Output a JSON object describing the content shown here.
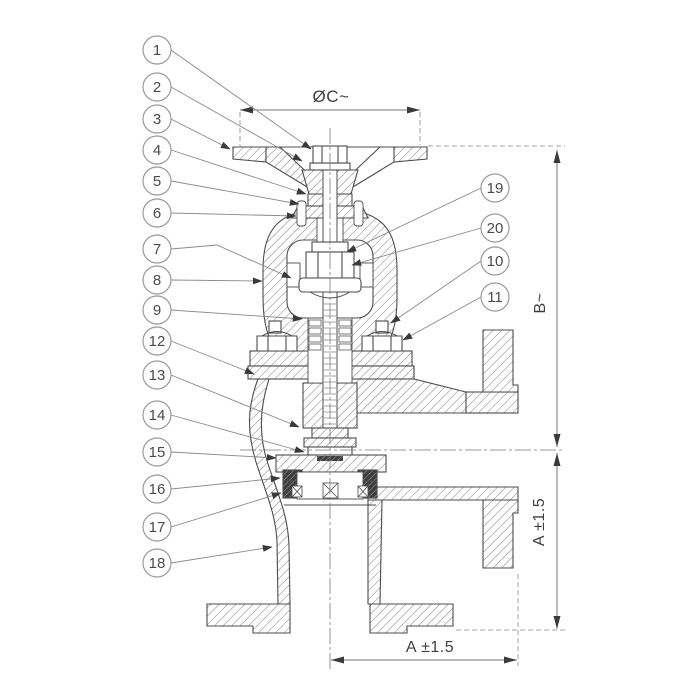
{
  "callouts": {
    "left": [
      {
        "label": "1"
      },
      {
        "label": "2"
      },
      {
        "label": "3"
      },
      {
        "label": "4"
      },
      {
        "label": "5"
      },
      {
        "label": "6"
      },
      {
        "label": "7"
      },
      {
        "label": "8"
      },
      {
        "label": "9"
      },
      {
        "label": "12"
      },
      {
        "label": "13"
      },
      {
        "label": "14"
      },
      {
        "label": "15"
      },
      {
        "label": "16"
      },
      {
        "label": "17"
      },
      {
        "label": "18"
      }
    ],
    "right": [
      {
        "label": "19"
      },
      {
        "label": "20"
      },
      {
        "label": "10"
      },
      {
        "label": "11"
      }
    ]
  },
  "dimensions": {
    "top_diameter": "ØC~",
    "overall_height": "B~",
    "center_to_base": "A ±1.5",
    "center_to_flange": "A ±1.5"
  },
  "colors": {
    "line": "#4c4c4c",
    "thin_line": "#8a8a8a",
    "dark_seal": "#3f3f3f"
  }
}
